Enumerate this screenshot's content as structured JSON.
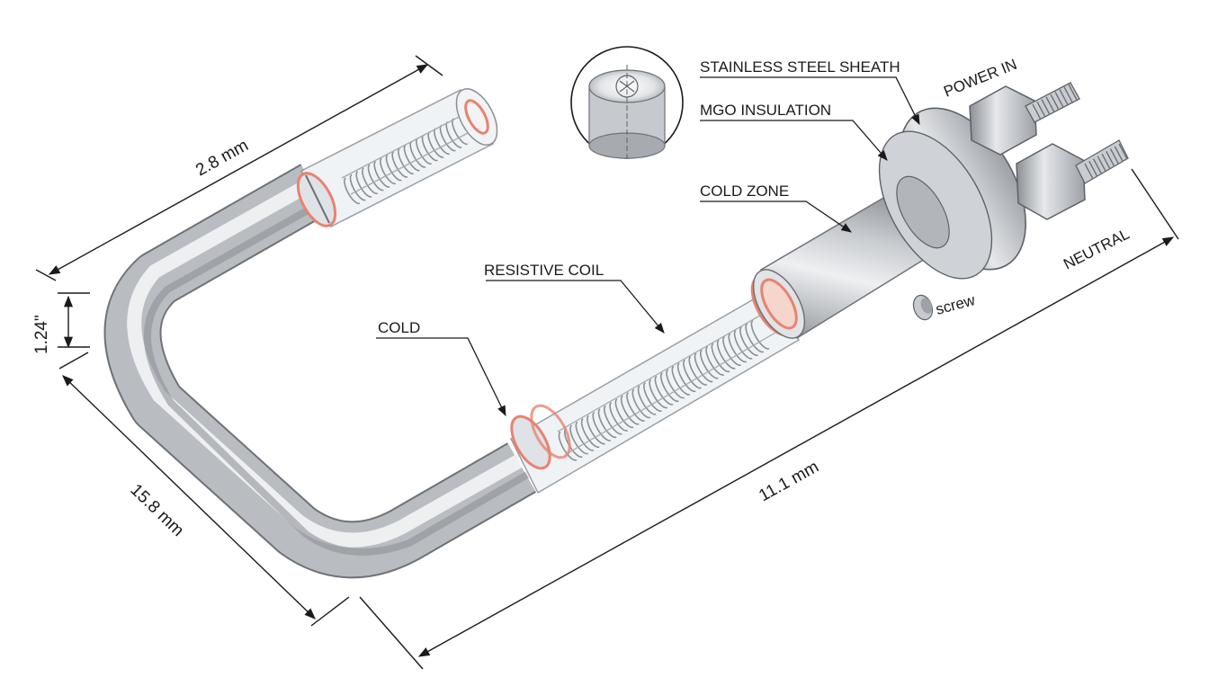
{
  "labels": {
    "stainless_steel_sheath": "STAINLESS STEEL SHEATH",
    "power_in": "POWER IN",
    "mgo_insulation": "MGO INSULATION",
    "cold_zone": "COLD ZONE",
    "neutral": "NEUTRAL",
    "resistive_coil": "RESISTIVE COIL",
    "cold": "COLD",
    "screw": "screw"
  },
  "dimensions": {
    "top_length": "2.8 mm",
    "tube_diameter": "1.24\"",
    "side_length": "15.8 mm",
    "long_length": "11.1 mm"
  },
  "colors": {
    "metal_light": "#f4f5f7",
    "metal_mid": "#c3c6cb",
    "metal_dark": "#7e8288",
    "copper_accent": "#e8836f",
    "ink": "#1a1a1a"
  }
}
